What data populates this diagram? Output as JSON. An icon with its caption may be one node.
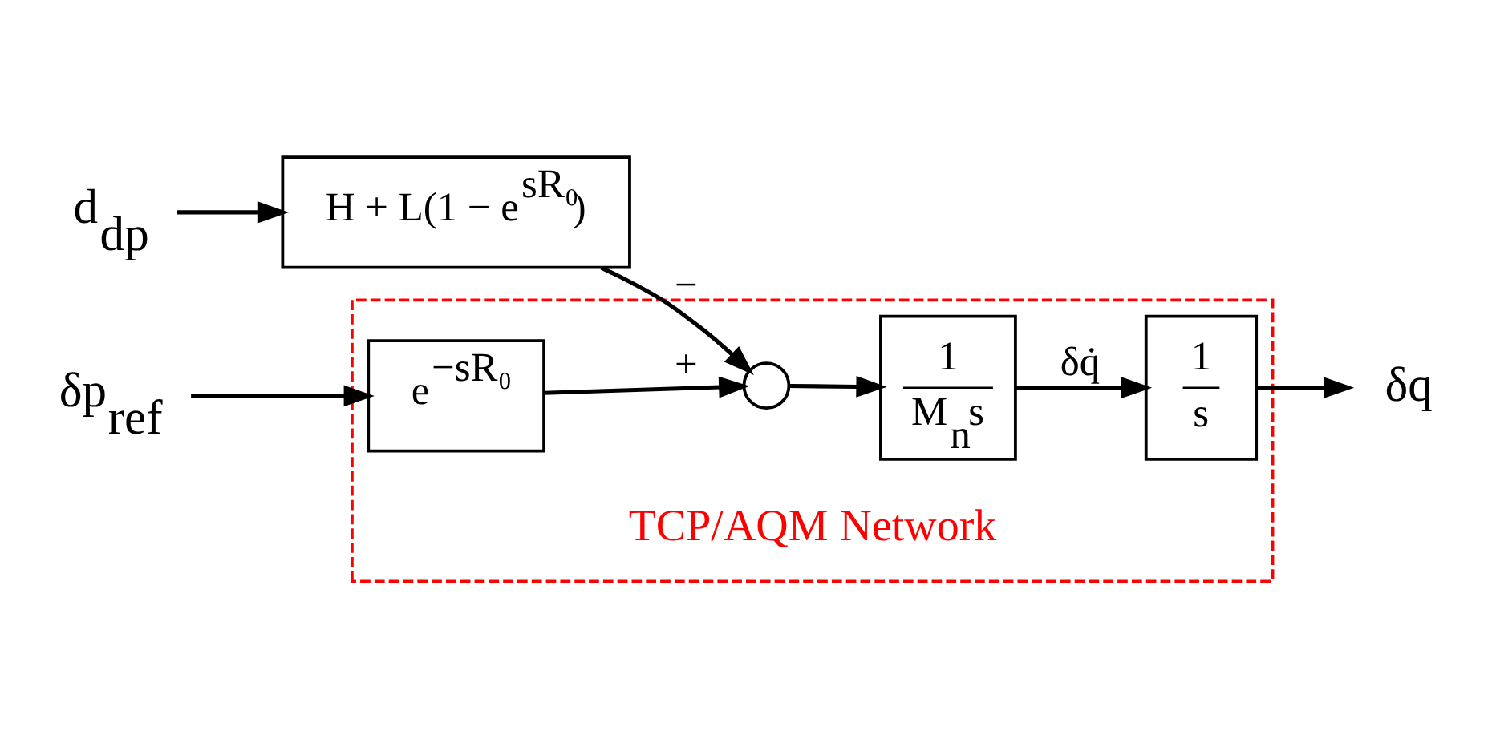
{
  "diagram": {
    "nodes": [
      {
        "text": [
          "TCP/AQM Network"
        ]
      },
      {
        "text": [
          "e$^{−sR₀}$"
        ],
        "in": 0
      },
      {
        "text": [],
        "shape": "circle",
        "in": 0
      },
      {
        "text": [
          "1",
          "M$_{n}$s"
        ],
        "in": 0
      },
      {
        "text": [
          "1",
          "s"
        ],
        "in": 0
      },
      {
        "text": [
          "H + L(1 − e$^{sR₀}$)"
        ]
      },
      {
        "text": [
          "d$_{dp}$"
        ]
      },
      {
        "text": [
          "δp$_{ref}$"
        ]
      },
      {
        "text": [
          "δq"
        ]
      }
    ],
    "edges": [
      {
        "from": 6,
        "to": 5,
        "arrow": "to"
      },
      {
        "from": 5,
        "to": 2,
        "arrow": "to",
        "label": "−"
      },
      {
        "from": 7,
        "to": 1,
        "arrow": "to"
      },
      {
        "from": 1,
        "to": 2,
        "arrow": "to",
        "label": "+"
      },
      {
        "from": 2,
        "to": 3,
        "arrow": "to"
      },
      {
        "from": 3,
        "to": 4,
        "arrow": "to",
        "label": "δq̇"
      },
      {
        "from": 4,
        "to": 8,
        "arrow": "to"
      }
    ]
  }
}
